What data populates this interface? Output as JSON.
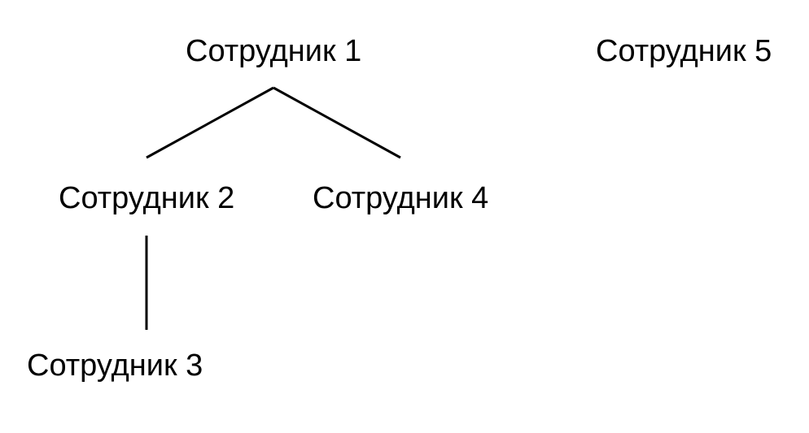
{
  "diagram": {
    "nodes": {
      "n1": "Сотрудник 1",
      "n2": "Сотрудник 2",
      "n3": "Сотрудник 3",
      "n4": "Сотрудник 4",
      "n5": "Сотрудник 5"
    },
    "edges": [
      [
        "n1",
        "n2"
      ],
      [
        "n1",
        "n4"
      ],
      [
        "n2",
        "n3"
      ]
    ]
  }
}
